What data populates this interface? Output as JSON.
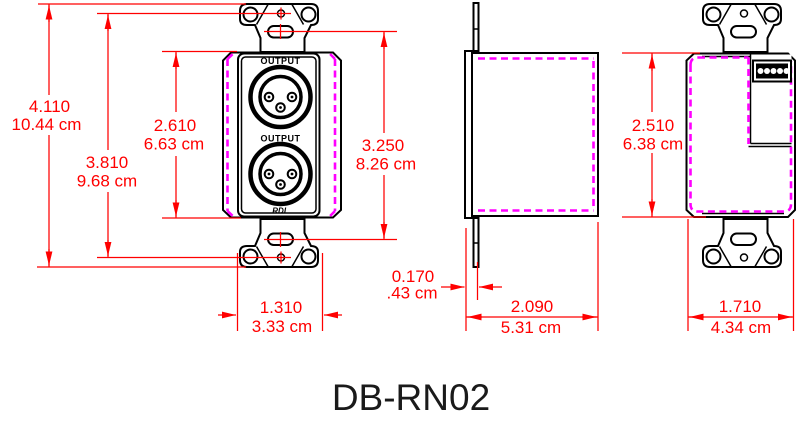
{
  "title": "DB-RN02",
  "colors": {
    "dimension_red": "#ff0000",
    "gasket_magenta": "#ff00ff",
    "outline_black": "#000000",
    "background": "#ffffff"
  },
  "labels": {
    "output_top": "OUTPUT",
    "output_bottom": "OUTPUT",
    "brand": "RDL"
  },
  "dims": {
    "overall_height": {
      "in": "4.110",
      "cm": "10.44 cm"
    },
    "mount_hole_spacing": {
      "in": "3.810",
      "cm": "9.68 cm"
    },
    "face_height": {
      "in": "2.610",
      "cm": "6.63 cm"
    },
    "slot_spacing": {
      "in": "3.250",
      "cm": "8.26 cm"
    },
    "face_width": {
      "in": "1.310",
      "cm": "3.33 cm"
    },
    "flange_offset": {
      "in": "0.170",
      "cm": ".43 cm"
    },
    "depth": {
      "in": "2.090",
      "cm": "5.31 cm"
    },
    "rear_height": {
      "in": "2.510",
      "cm": "6.38 cm"
    },
    "rear_width": {
      "in": "1.710",
      "cm": "4.34 cm"
    }
  }
}
